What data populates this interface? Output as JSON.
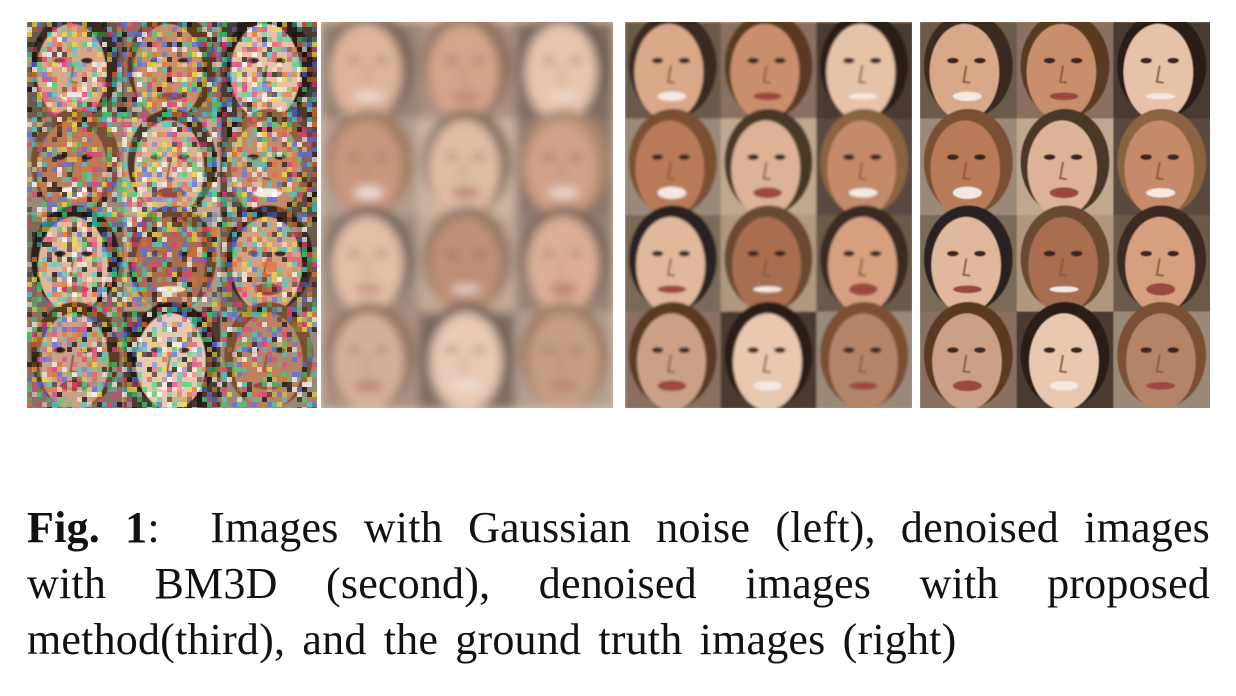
{
  "figure": {
    "panels": [
      {
        "id": "noisy",
        "description_kind": "noisy-grid",
        "colors": {
          "base": "#9c8a7c"
        }
      },
      {
        "id": "bm3d",
        "description_kind": "blurred-grid",
        "colors": {
          "base": "#c9a692"
        }
      },
      {
        "id": "proposed",
        "description_kind": "denoised-grid",
        "colors": {
          "base": "#c7957a"
        }
      },
      {
        "id": "ground-truth",
        "description_kind": "truth-grid",
        "colors": {
          "base": "#b8805e"
        }
      }
    ],
    "grid": {
      "rows": 4,
      "cols": 3
    },
    "caption": {
      "label": "Fig. 1",
      "separator": ":",
      "text": "Images with Gaussian noise (left), denoised images with BM3D (second), denoised images with proposed method(third), and the ground truth images (right)"
    }
  }
}
